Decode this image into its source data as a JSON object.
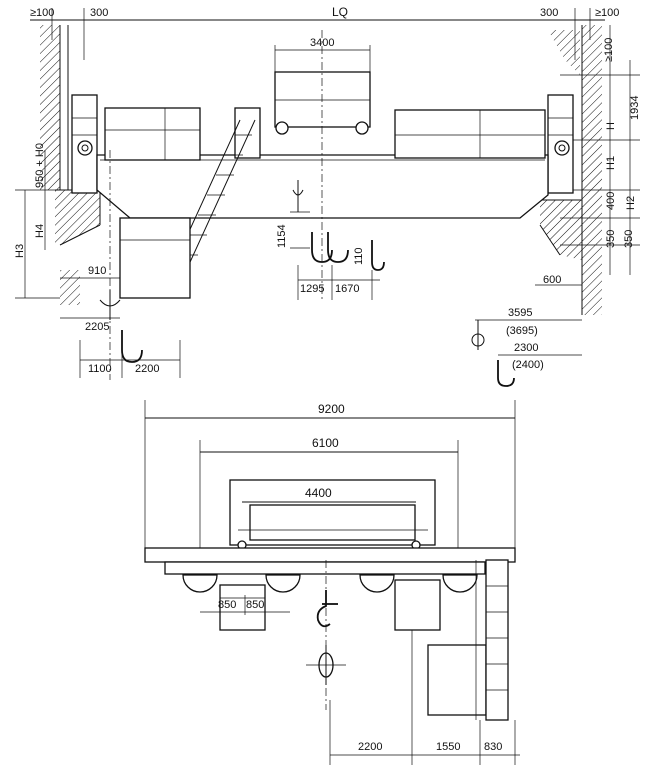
{
  "side_view": {
    "top_left_ge100": "≥100",
    "top_left_300": "300",
    "span": "LQ",
    "top_right_300": "300",
    "top_right_ge100": "≥100",
    "right_ge100": "≥100",
    "trolley_width": "3400",
    "dim_1934": "1934",
    "label_H": "H",
    "label_H1": "H1",
    "label_H2": "H2",
    "dim_400": "400",
    "dim_350a": "350",
    "dim_350b": "350",
    "dim_600": "600",
    "label_H0": "950 + H0",
    "label_H4": "H4",
    "label_H3": "H3",
    "dim_1154": "1154",
    "dim_110": "110",
    "dim_1295": "1295",
    "dim_1670": "1670",
    "dim_910": "910",
    "dim_2205": "2205",
    "dim_1100": "1100",
    "dim_2200": "2200",
    "dim_3595": "3595",
    "dim_3695": "(3695)",
    "dim_2300": "2300",
    "dim_2400": "(2400)"
  },
  "end_view": {
    "overall_width": "9200",
    "wheel_base": "6100",
    "trolley_gauge": "4400",
    "dim_850a": "850",
    "dim_850b": "850",
    "dim_2200": "2200",
    "dim_1550": "1550",
    "dim_830": "830"
  }
}
